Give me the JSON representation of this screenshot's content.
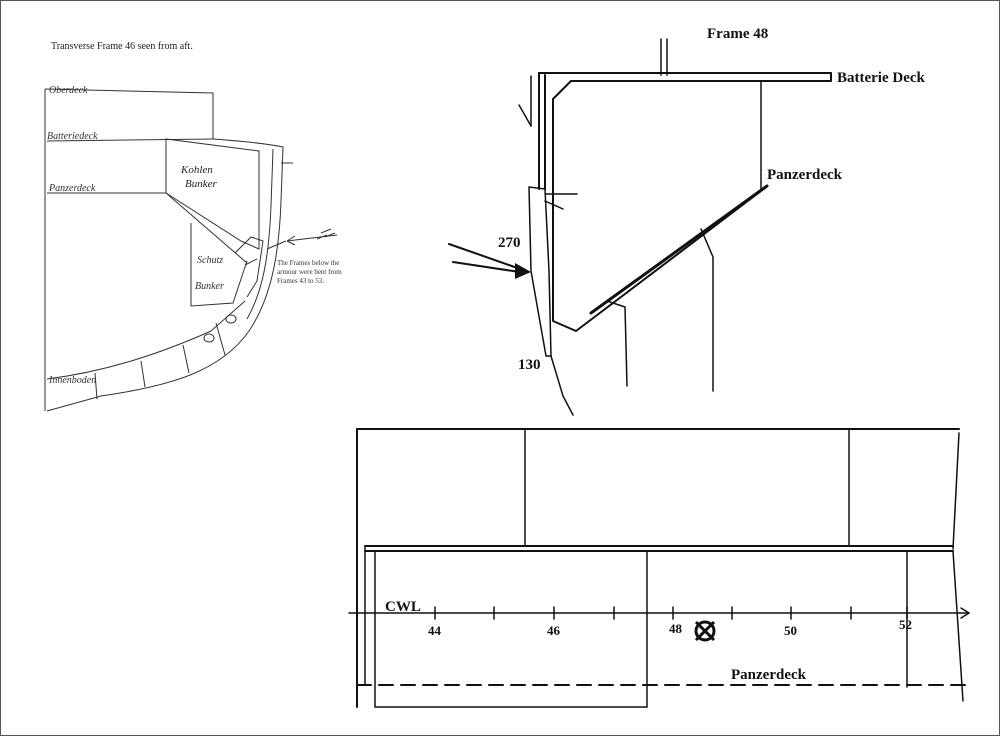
{
  "sketch": {
    "caption": "Transverse Frame 46 seen from aft.",
    "deck_labels": [
      "Oberdeck",
      "Batteriedeck",
      "Panzerdeck",
      "Innenboden"
    ],
    "kohlen_bunker": [
      "Kohlen",
      "Bunker"
    ],
    "schutz_bunker": [
      "Schutz",
      "Bunker"
    ],
    "note": [
      "The Frames below the",
      "armour were bent from",
      "Frames 43 to 53."
    ]
  },
  "section": {
    "title": "Frame 48",
    "batterie_deck": "Batterie Deck",
    "panzerdeck": "Panzerdeck",
    "armour_upper": "270",
    "armour_lower": "130"
  },
  "profile": {
    "cwl": "CWL",
    "frames": [
      "44",
      "46",
      "48",
      "50",
      "52"
    ],
    "panzerdeck": "Panzerdeck"
  }
}
